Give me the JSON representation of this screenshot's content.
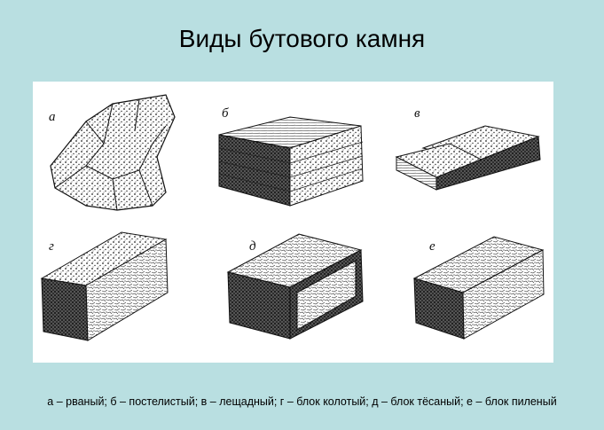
{
  "slide": {
    "title": "Виды бутового  камня",
    "caption": "а – рваный; б – постелистый; в – лещадный; г – блок колотый; д – блок тёсаный; е – блок пиленый"
  },
  "figure": {
    "labels": [
      "а",
      "б",
      "в",
      "г",
      "д",
      "е"
    ],
    "items": [
      {
        "label": "а",
        "type": "rubble-stone-icon"
      },
      {
        "label": "б",
        "type": "bedded-stone-icon"
      },
      {
        "label": "в",
        "type": "flagstone-icon"
      },
      {
        "label": "г",
        "type": "split-block-icon"
      },
      {
        "label": "д",
        "type": "dressed-block-icon"
      },
      {
        "label": "е",
        "type": "sawn-block-icon"
      }
    ]
  },
  "colors": {
    "background": "#b9dfe1",
    "panel": "#ffffff",
    "ink": "#111111"
  }
}
